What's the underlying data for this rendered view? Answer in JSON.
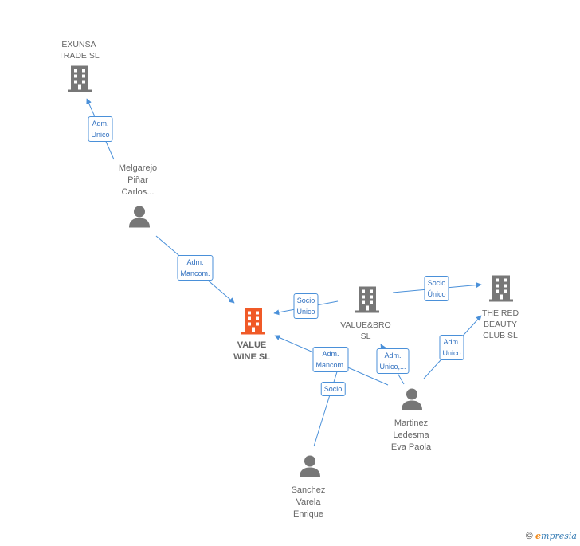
{
  "colors": {
    "edge": "#4a90d9",
    "company": "#777777",
    "main_company": "#f05a28",
    "person": "#777777"
  },
  "nodes": {
    "exunsa": {
      "label": "EXUNSA\nTRADE  SL",
      "icon": "building-icon"
    },
    "value_wine": {
      "label": "VALUE\nWINE  SL",
      "icon": "building-icon"
    },
    "valuebro": {
      "label": "VALUE&BRO\nSL",
      "icon": "building-icon"
    },
    "red_beauty": {
      "label": "THE RED\nBEAUTY\nCLUB  SL",
      "icon": "building-icon"
    },
    "melgarejo": {
      "label": "Melgarejo\nPiñar\nCarlos...",
      "icon": "person-icon"
    },
    "martinez": {
      "label": "Martinez\nLedesma\nEva Paola",
      "icon": "person-icon"
    },
    "sanchez": {
      "label": "Sanchez\nVarela\nEnrique",
      "icon": "person-icon"
    }
  },
  "edges": {
    "melgarejo_exunsa": "Adm.\nUnico",
    "melgarejo_valuewine": "Adm.\nMancom.",
    "valuebro_valuewine": "Socio\nÚnico",
    "valuebro_redbeauty": "Socio\nÚnico",
    "sanchez_valuewine_adm": "Adm.\nMancom.",
    "sanchez_valuewine_socio": "Socio",
    "martinez_valuebro": "Adm.\nUnico,...",
    "martinez_redbeauty": "Adm.\nUnico"
  },
  "footer": {
    "copyright": "©",
    "brand_first": "e",
    "brand_rest": "mpresia"
  }
}
